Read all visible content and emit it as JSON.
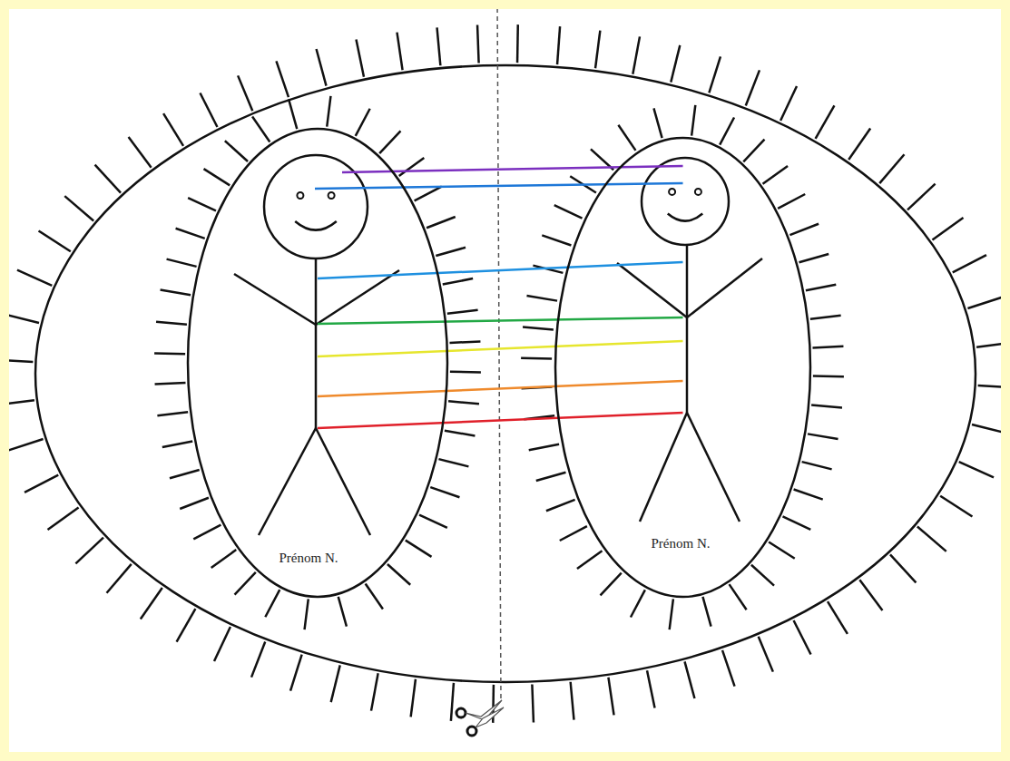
{
  "diagram": {
    "nodes": [
      {
        "text": [
          "Prénom N."
        ]
      },
      {
        "text": [
          "Prénom N."
        ]
      }
    ],
    "edges": [
      {
        "from": 0,
        "to": 1,
        "arrow": "none"
      },
      {
        "from": 0,
        "to": 1,
        "arrow": "none"
      },
      {
        "from": 0,
        "to": 1,
        "arrow": "none"
      },
      {
        "from": 0,
        "to": 1,
        "arrow": "none"
      },
      {
        "from": 0,
        "to": 1,
        "arrow": "none"
      },
      {
        "from": 0,
        "to": 1,
        "arrow": "none"
      },
      {
        "from": 0,
        "to": 1,
        "arrow": "none"
      }
    ]
  }
}
